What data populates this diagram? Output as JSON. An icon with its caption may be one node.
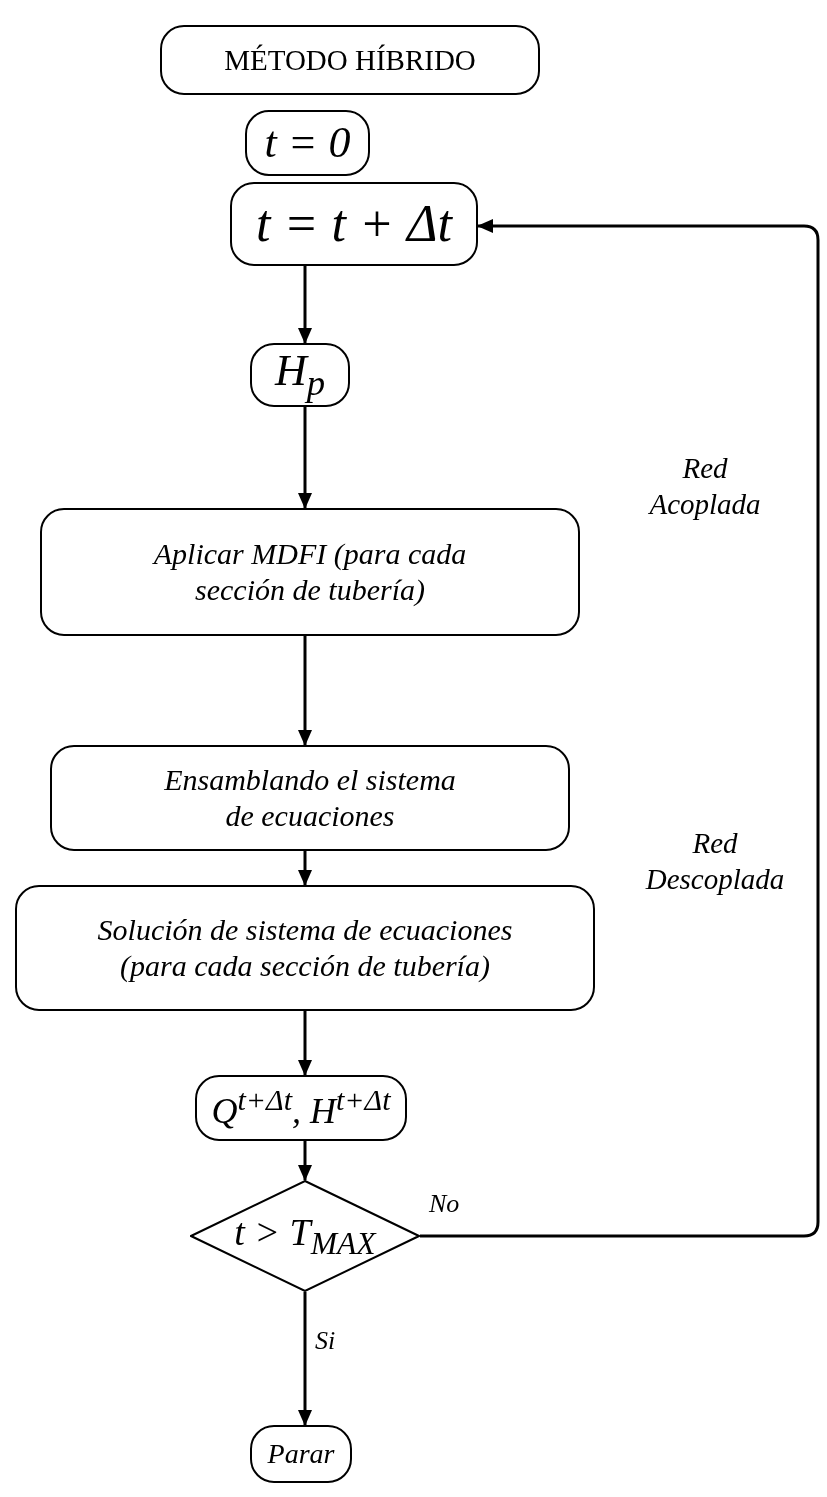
{
  "diagram": {
    "nodes": [
      {
        "text": [
          "MÉTODO HÍBRIDO"
        ]
      },
      {
        "text": [
          "t = 0"
        ]
      },
      {
        "text": [
          "t = t + Δt"
        ]
      },
      {
        "text": [
          "H$_{p}$"
        ]
      },
      {
        "text": [
          "Aplicar MDFI (para cada sección de tubería)"
        ]
      },
      {
        "text": [
          "Ensamblando el sistema de ecuaciones"
        ]
      },
      {
        "text": [
          "Solución de sistema de ecuaciones (para cada sección de tubería)"
        ]
      },
      {
        "text": [
          "Q$^{t+Δt}$, H$^{t+Δt}$"
        ]
      },
      {
        "text": [
          "t > T$_{MAX}$"
        ]
      },
      {
        "text": [
          "Parar"
        ]
      }
    ],
    "edges": [
      {
        "from": 2,
        "to": 3,
        "arrow": "to"
      },
      {
        "from": 3,
        "to": 4,
        "arrow": "to"
      },
      {
        "from": 4,
        "to": 5,
        "arrow": "to"
      },
      {
        "from": 5,
        "to": 6,
        "arrow": "to"
      },
      {
        "from": 6,
        "to": 7,
        "arrow": "to"
      },
      {
        "from": 7,
        "to": 8,
        "arrow": "to"
      },
      {
        "from": 8,
        "to": 9,
        "arrow": "to",
        "label": "Si"
      },
      {
        "from": 8,
        "to": 2,
        "arrow": "to",
        "label": "No"
      }
    ],
    "labels": [
      "Red Acoplada",
      "Red Descoplada"
    ]
  }
}
